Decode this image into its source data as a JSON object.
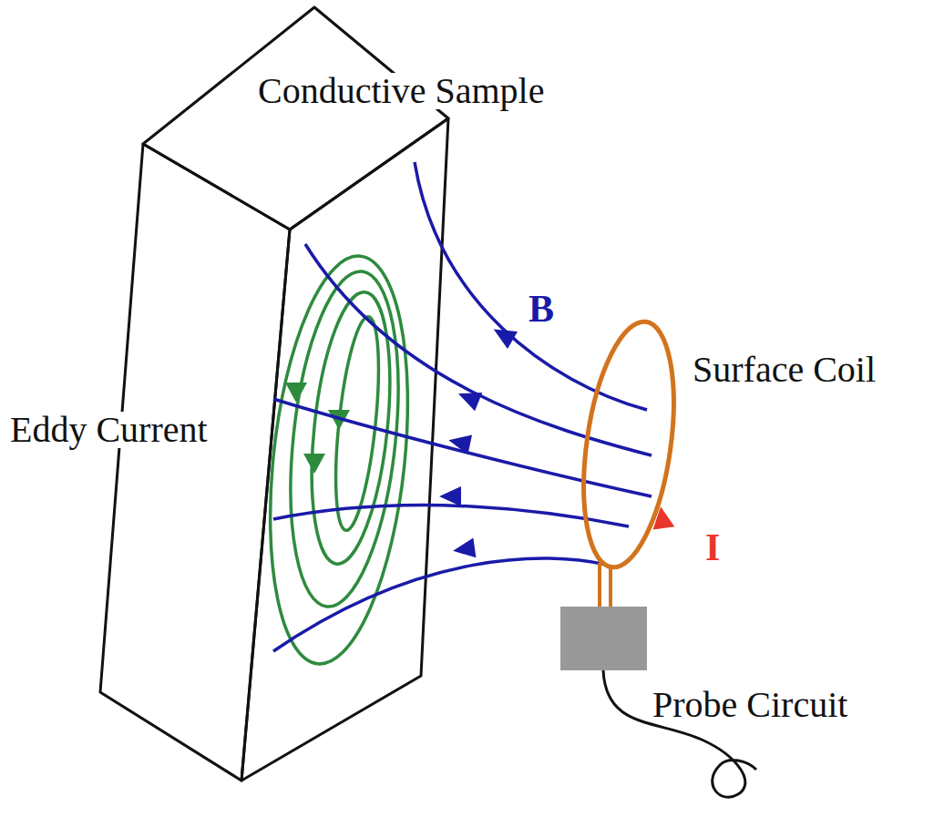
{
  "diagram": {
    "labels": [
      "Conductive Sample",
      "Eddy Current",
      "B",
      "Surface Coil",
      "I",
      "Probe Circuit"
    ]
  }
}
